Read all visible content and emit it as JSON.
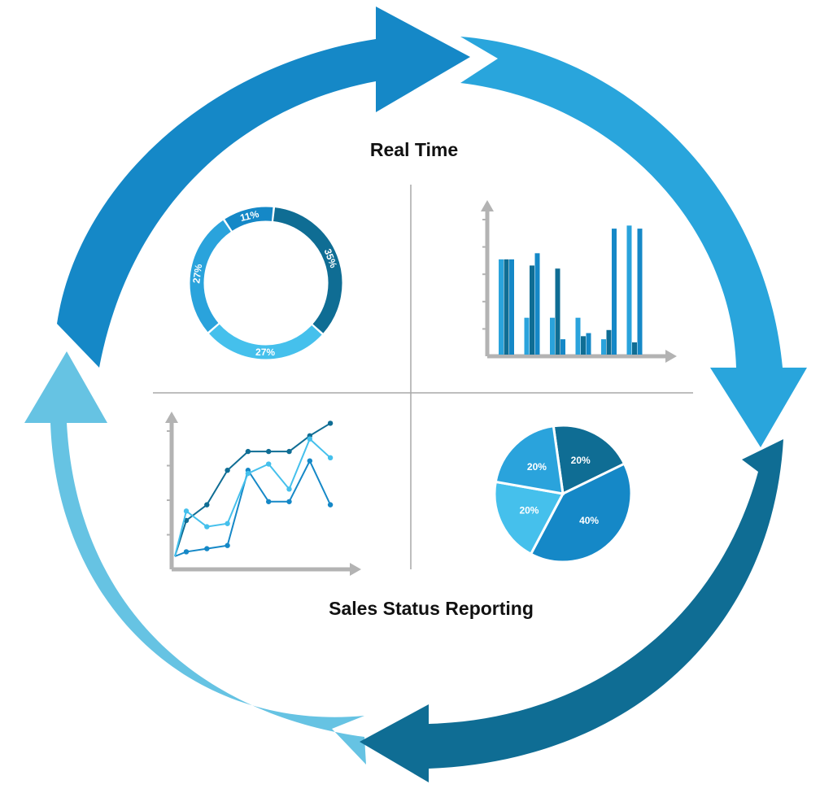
{
  "diagram": {
    "title_top": "Real Time",
    "title_bottom": "Sales Status Reporting",
    "cycle_colors": {
      "top": "#1588c7",
      "right": "#29a5dc",
      "bottom": "#0f6d94",
      "left": "#66c3e3"
    }
  },
  "chart_data": [
    {
      "type": "pie",
      "variant": "donut",
      "slices": [
        {
          "label": "35%",
          "value": 35,
          "color": "#0f6d94"
        },
        {
          "label": "27%",
          "value": 27,
          "color": "#45c0ec"
        },
        {
          "label": "27%",
          "value": 27,
          "color": "#2aa3dc"
        },
        {
          "label": "11%",
          "value": 11,
          "color": "#1588c7"
        }
      ]
    },
    {
      "type": "bar",
      "series": [
        {
          "values": [
            3.1,
            1.2,
            1.2,
            1.2,
            0.5,
            4.2
          ],
          "color": "#2aa3dc"
        },
        {
          "values": [
            3.1,
            2.9,
            2.8,
            0.6,
            0.8,
            0.4
          ],
          "color": "#0f6d94"
        },
        {
          "values": [
            3.1,
            3.3,
            0.5,
            0.7,
            4.1,
            4.1
          ],
          "color": "#1588c7"
        }
      ],
      "axes": {
        "y_ticks": 5,
        "arrows": true
      }
    },
    {
      "type": "line",
      "series": [
        {
          "values": [
            1.3,
            1.8,
            2.9,
            3.5,
            3.5,
            3.5,
            4.0,
            4.4
          ],
          "color": "#0f6d94"
        },
        {
          "values": [
            0.3,
            0.4,
            0.5,
            2.9,
            1.9,
            1.9,
            3.2,
            1.8
          ],
          "color": "#1588c7"
        },
        {
          "values": [
            1.6,
            1.1,
            1.2,
            2.8,
            3.1,
            2.3,
            3.9,
            3.3
          ],
          "color": "#45c0ec"
        }
      ],
      "axes": {
        "y_ticks": 4,
        "arrows": true
      }
    },
    {
      "type": "pie",
      "slices": [
        {
          "label": "20%",
          "value": 20,
          "color": "#0f6d94"
        },
        {
          "label": "40%",
          "value": 40,
          "color": "#1588c7"
        },
        {
          "label": "20%",
          "value": 20,
          "color": "#45c0ec"
        },
        {
          "label": "20%",
          "value": 20,
          "color": "#2aa3dc"
        }
      ]
    }
  ]
}
